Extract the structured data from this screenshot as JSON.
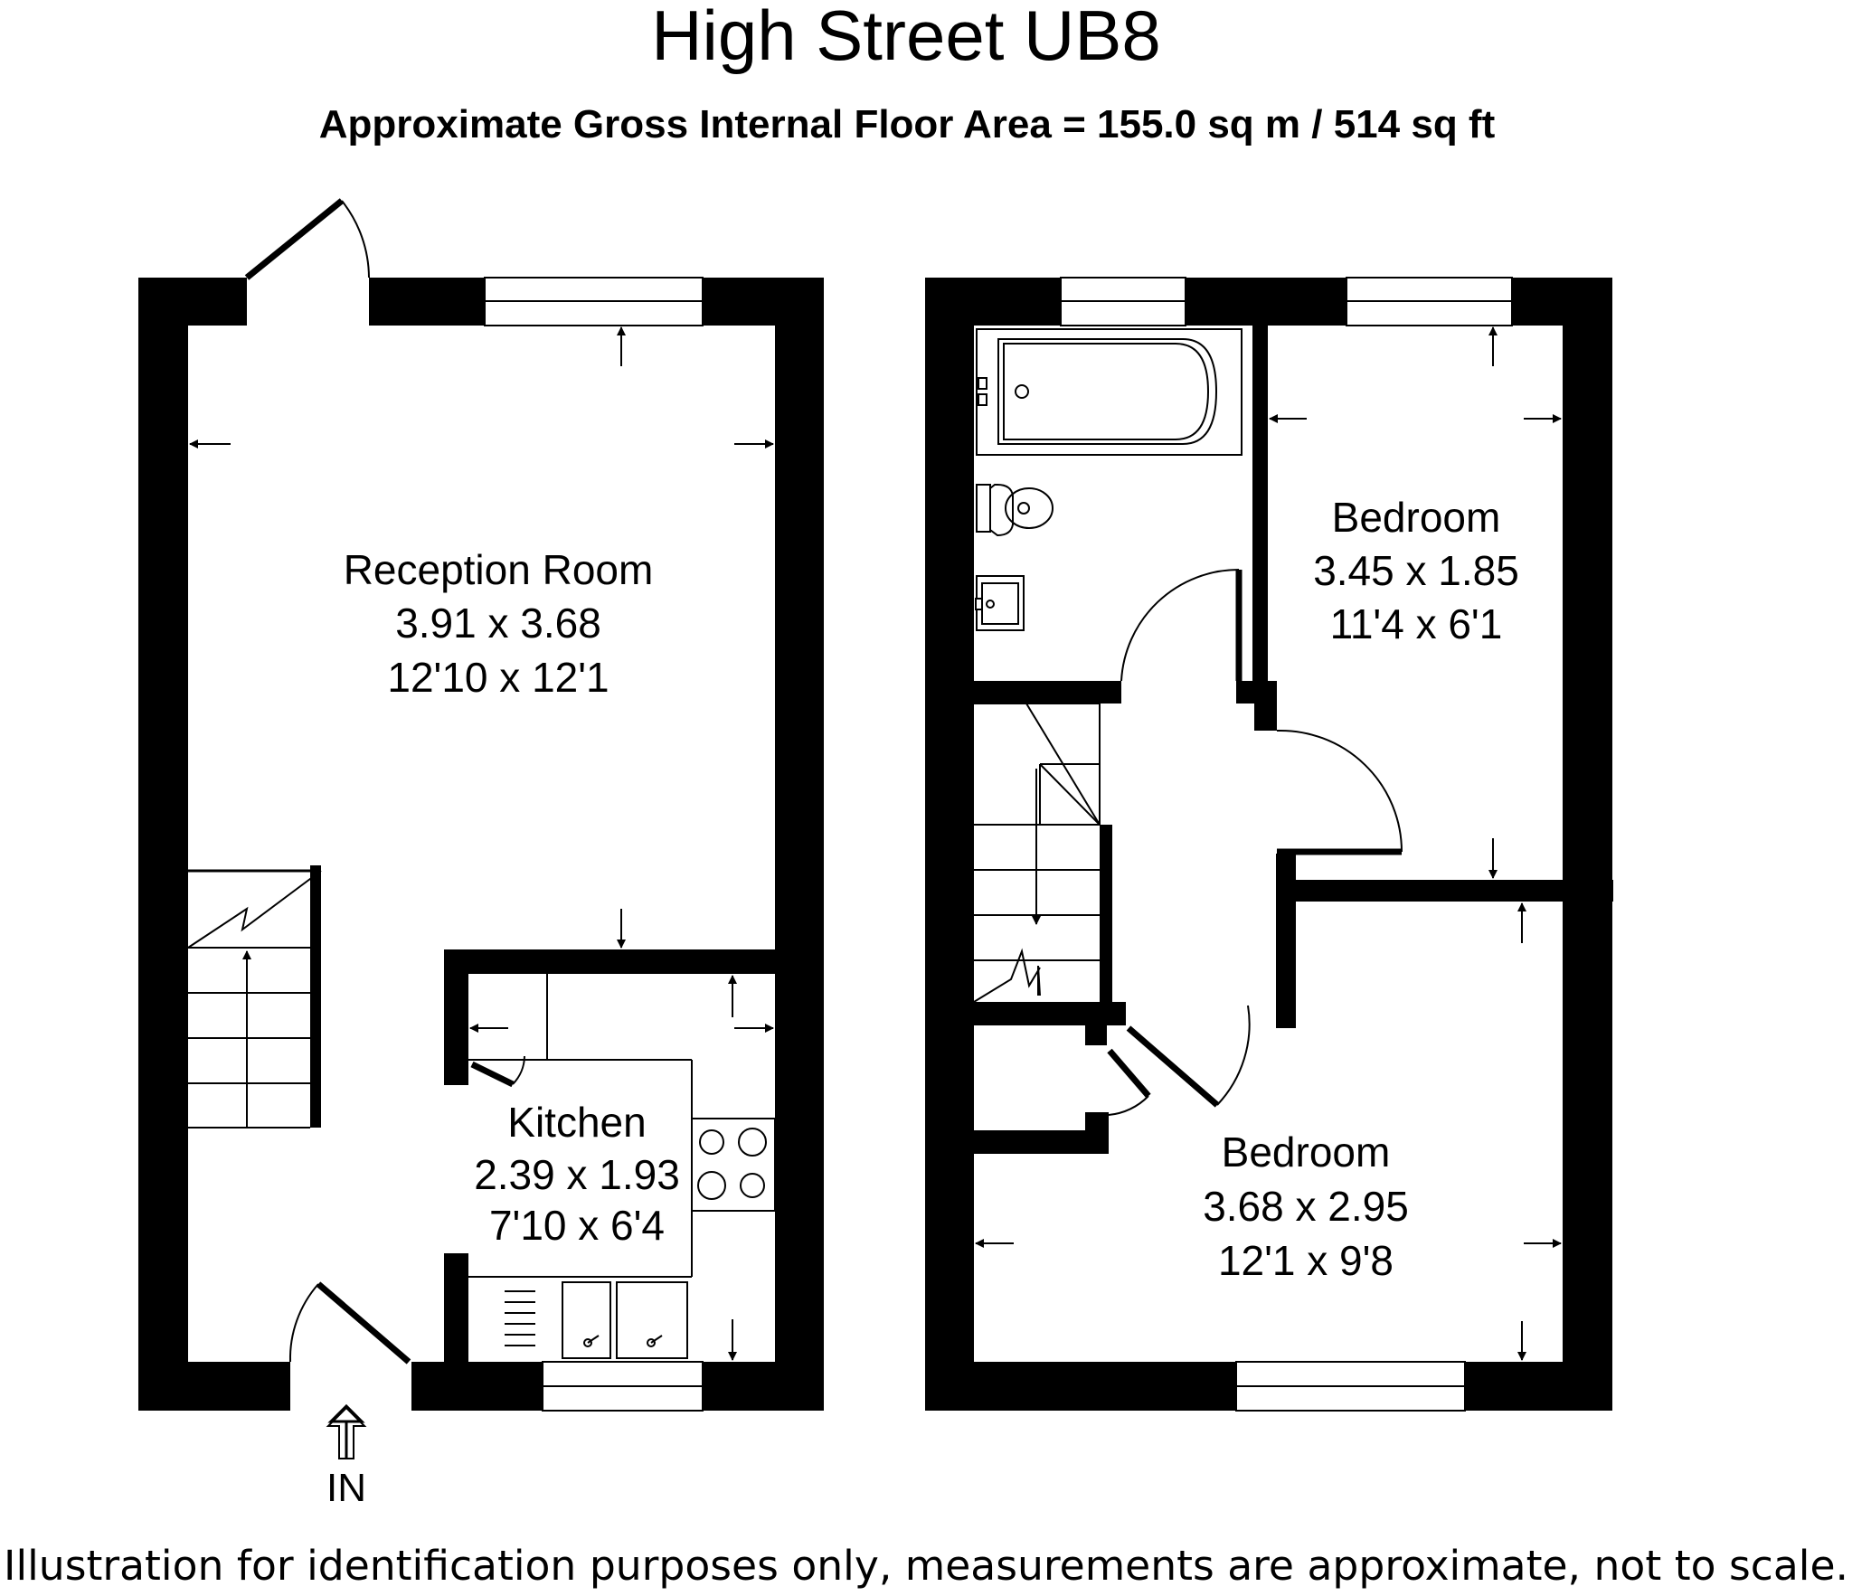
{
  "header": {
    "title": "High Street UB8",
    "subtitle": "Approximate Gross Internal Floor Area  = 155.0 sq m  / 514 sq ft"
  },
  "rooms": {
    "reception": {
      "name": "Reception Room",
      "metric": "3.91 x 3.68",
      "imperial": "12'10 x 12'1"
    },
    "kitchen": {
      "name": "Kitchen",
      "metric": "2.39 x 1.93",
      "imperial": "7'10 x 6'4"
    },
    "bedroom_small": {
      "name": "Bedroom",
      "metric": "3.45 x 1.85",
      "imperial": "11'4 x 6'1"
    },
    "bedroom_large": {
      "name": "Bedroom",
      "metric": "3.68 x 2.95",
      "imperial": "12'1 x 9'8"
    }
  },
  "entrance": {
    "label": "IN"
  },
  "footer": {
    "disclaimer": "Illustration for identification purposes only, measurements are approximate, not to scale."
  },
  "colors": {
    "walls": "#000000",
    "background": "#ffffff"
  }
}
